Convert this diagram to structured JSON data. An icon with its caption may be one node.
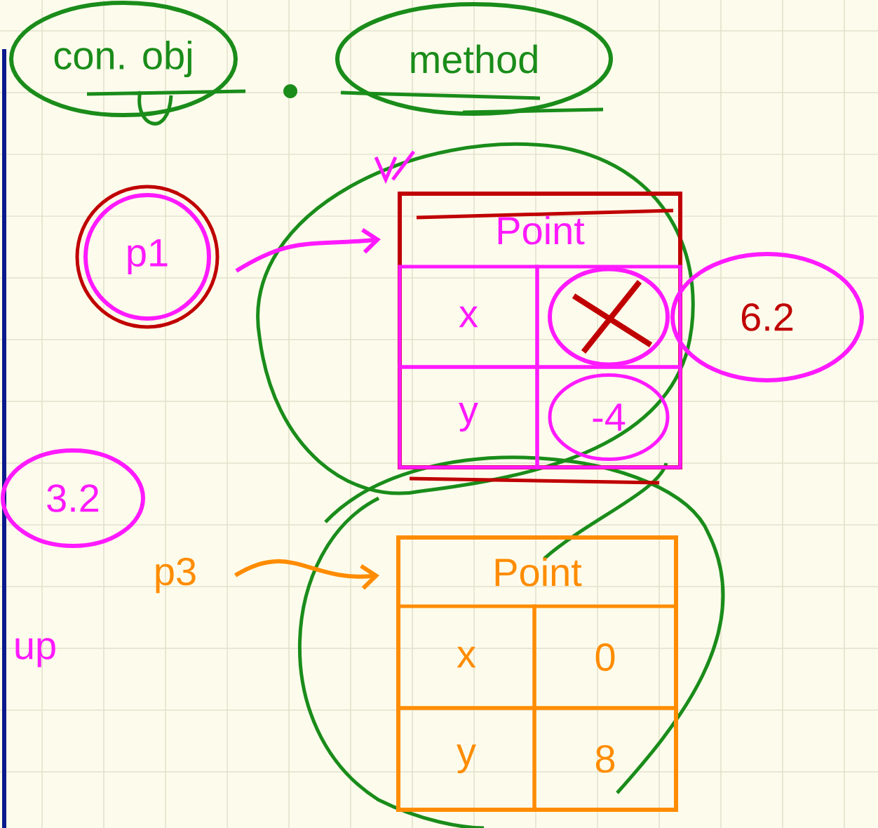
{
  "diagram": {
    "nodes": [
      {
        "text": [
          "con. obj"
        ]
      },
      {
        "text": [
          "method"
        ]
      },
      {
        "text": [
          "p1"
        ]
      },
      {
        "text": [
          "Point"
        ]
      },
      {
        "text": [
          "x"
        ],
        "in": 3
      },
      {
        "text": [],
        "shape": "circle",
        "in": 3
      },
      {
        "text": [
          "y"
        ],
        "in": 3
      },
      {
        "text": [
          "-4"
        ],
        "in": 3
      },
      {
        "text": [
          "6.2"
        ]
      },
      {
        "text": [
          "3.2"
        ]
      },
      {
        "text": [
          "p3"
        ]
      },
      {
        "text": [
          "Point"
        ]
      },
      {
        "text": [
          "x"
        ],
        "in": 11
      },
      {
        "text": [
          "0"
        ],
        "in": 11
      },
      {
        "text": [
          "y"
        ],
        "in": 11
      },
      {
        "text": [
          "8"
        ],
        "in": 11
      }
    ],
    "edges": [
      {
        "from": 2,
        "to": 3,
        "arrow": "to",
        "color": "#ff1aff"
      },
      {
        "from": 10,
        "to": 11,
        "arrow": "to",
        "color": "#ff8c00"
      }
    ],
    "labels": [
      "up"
    ]
  }
}
